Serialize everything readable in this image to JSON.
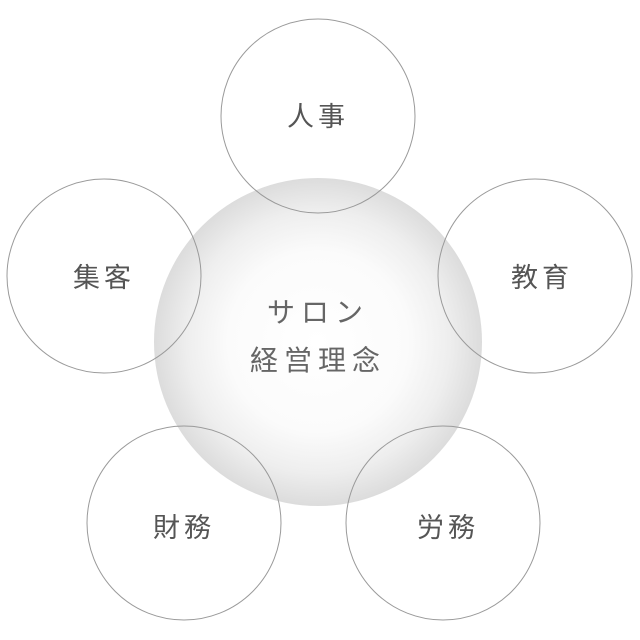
{
  "center": {
    "line1": "サロン",
    "line2": "経営理念"
  },
  "nodes": {
    "top": "人事",
    "left": "集客",
    "right": "教育",
    "bottom_left": "財務",
    "bottom_right": "労務"
  }
}
